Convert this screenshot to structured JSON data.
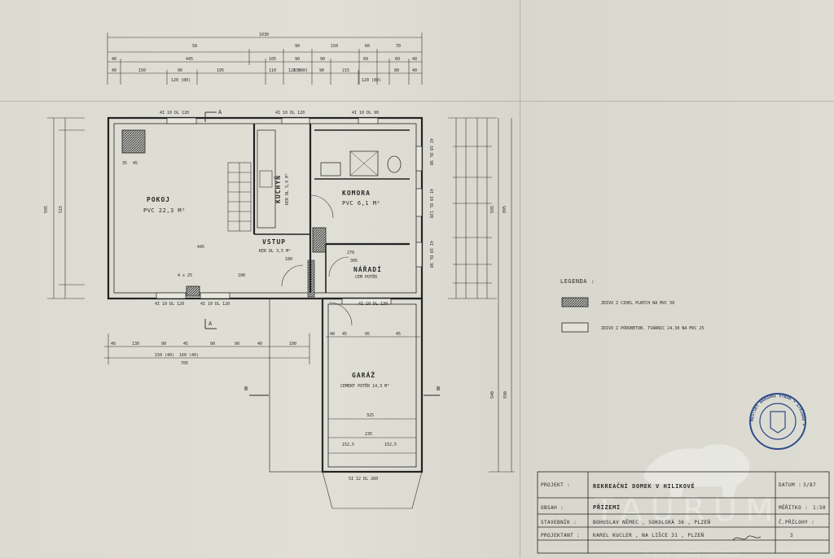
{
  "rooms": {
    "pokoj_name": "POKOJ",
    "pokoj_info": "PVC 22,3 M²",
    "kuchyn_name": "KUCHYŇ",
    "kuchyn_info": "KER DL 5,9 M²",
    "komora_name": "KOMORA",
    "komora_info": "PVC 6,1 M²",
    "vstup_name": "VSTUP",
    "vstup_info": "KER DL 3,5 M²",
    "naradi_name": "NÁŘADÍ",
    "naradi_info": "CEM POTĚR",
    "garaz_name": "GARÁŽ",
    "garaz_info": "CEMENT POTĚR 14,3 M²"
  },
  "windows": {
    "w1": "4I 10 DL 120",
    "w2": "4I 10 DL 120",
    "w3": "4I 10 DL 90",
    "w4": "4I 10 DL 120",
    "w5": "4I 10 DL 120",
    "w6": "4I 10 DL 130",
    "w7": "5I 12 DL 260",
    "e1": "4I 10 DL 90",
    "e2": "4I 10 DL 120",
    "e3": "4I 10 DL 90"
  },
  "dims": {
    "top_total": "1030",
    "row1": [
      "58",
      "90",
      "150",
      "60",
      "70"
    ],
    "row2": [
      "40",
      "445",
      "105",
      "90",
      "90",
      "60",
      "60",
      "40"
    ],
    "row3": [
      "40",
      "150",
      "90",
      "195",
      "110",
      "130",
      "90",
      "215",
      "80",
      "40"
    ],
    "row3_sub": [
      "120 (80)",
      "120 (80)",
      "120 (80)"
    ],
    "mid_row": [
      "40",
      "130",
      "90",
      "45",
      "90",
      "90",
      "40",
      "100",
      "40",
      "45",
      "95",
      "45"
    ],
    "mid_row_sub": [
      "150 (40)",
      "160 (40)"
    ],
    "mid_total": "705",
    "left_total": "595",
    "left_sub": "515",
    "right_total": "895",
    "right_sub": "595",
    "garage_total": "590",
    "garage_sub": "540",
    "garage_w": "325",
    "garage_inner": "235",
    "garage_half": [
      "152,5",
      "152,5"
    ],
    "pokoj_w": "445",
    "pokoj_sub": "4 x 25",
    "stair": "100",
    "vstup_a": "180",
    "naradi_a": "270",
    "naradi_b": "305",
    "wall": "45",
    "wall2": "35",
    "section": "A",
    "section2": "B"
  },
  "legend": {
    "title": "LEGENDA :",
    "item1": "ZDIVO Z CIHEL PLNÝCH NA MVC 50",
    "item2": "ZDIVO Z PÓROBETON. TVÁRNIC 24.30 NA MVC 25"
  },
  "stamp": {
    "text": "MĚSTSKÝ NÁRODNÍ VÝBOR • STŘÍBRO •"
  },
  "title_block": {
    "projekt_label": "PROJEKT :",
    "projekt_value": "REKREAČNÍ DOMEK V HILIKOVĚ",
    "datum_label": "DATUM :",
    "datum_value": "3/87",
    "obsah_label": "OBSAH :",
    "obsah_value": "PŘÍZEMÍ",
    "meritko_label": "MĚŘÍTKO :",
    "meritko_value": "1:50",
    "stavebnik_label": "STAVEBNÍK :",
    "stavebnik_value": "BOHUSLAV NĚMEC , SOKOLSKÁ 36 , PLZEŇ",
    "priloha_label": "Č.PŘÍLOHY :",
    "priloha_value": "3",
    "projektant_label": "PROJEKTANT :",
    "projektant_value": "KAREL KUCLER , NA LIŠCE 31 , PLZEŇ"
  },
  "watermark": {
    "text": "TAURUM",
    "sub": "finance · reality · investice"
  },
  "colors": {
    "paper": "#dcdbd1",
    "ink": "#2a2a2a",
    "wall_fill": "#8a8a86"
  }
}
